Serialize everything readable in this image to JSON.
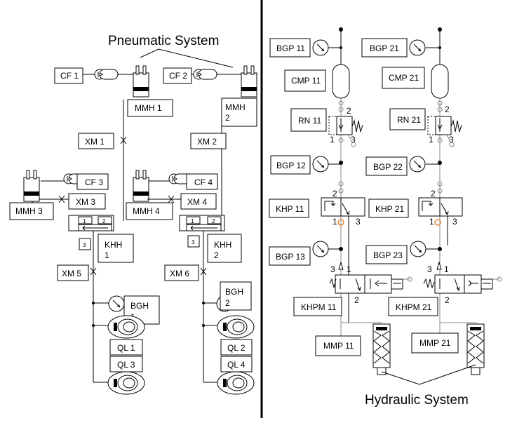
{
  "titles": {
    "pneumatic": "Pneumatic System",
    "hydraulic": "Hydraulic System"
  },
  "pneumatic": {
    "cf1": "CF 1",
    "cf2": "CF 2",
    "cf3": "CF 3",
    "cf4": "CF 4",
    "mmh1": "MMH 1",
    "mmh2_a": "MMH",
    "mmh2_b": "2",
    "mmh3": "MMH 3",
    "mmh4": "MMH 4",
    "xm1": "XM 1",
    "xm2": "XM 2",
    "xm3": "XM 3",
    "xm4": "XM 4",
    "xm5": "XM 5",
    "xm6": "XM 6",
    "khh1_a": "KHH",
    "khh1_b": "1",
    "khh2_a": "KHH",
    "khh2_b": "2",
    "bgh1_a": "BGH",
    "bgh1_b": "1",
    "bgh2_a": "BGH",
    "bgh2_b": "2",
    "ql1": "QL 1",
    "ql2": "QL 2",
    "ql3": "QL 3",
    "ql4": "QL 4",
    "port1": "1",
    "port2": "2",
    "port3": "3"
  },
  "hydraulic": {
    "bgp11": "BGP 11",
    "bgp21": "BGP 21",
    "cmp11": "CMP 11",
    "cmp21": "CMP 21",
    "rn11": "RN 11",
    "rn21": "RN 21",
    "bgp12": "BGP 12",
    "bgp22": "BGP 22",
    "khp11": "KHP 11",
    "khp21": "KHP 21",
    "bgp13": "BGP 13",
    "bgp23": "BGP 23",
    "khpm11": "KHPM 11",
    "khpm21": "KHPM 21",
    "mmp11": "MMP 11",
    "mmp21": "MMP 21",
    "port1": "1",
    "port2": "2",
    "port3": "3"
  },
  "colors": {
    "line": "#000000",
    "hydraulic_line": "#8a8a8a",
    "port_highlight": "#e07a1a"
  }
}
